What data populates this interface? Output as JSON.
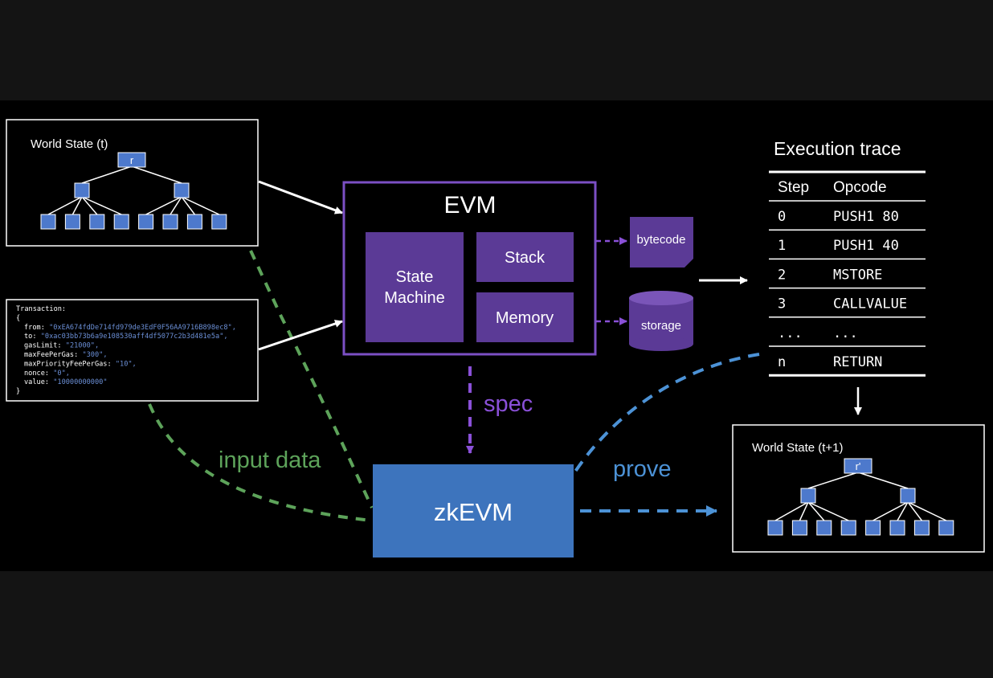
{
  "colors": {
    "background": "#000000",
    "evm_purple": "#5b3a96",
    "evm_border": "#7b4fc4",
    "zkevm_blue": "#3d74bd",
    "tree_node": "#4d79cc",
    "input_green": "#5da35a",
    "prove_blue": "#4c92d6",
    "spec_purple": "#8a50d8",
    "tx_value_blue": "#6b8fd6"
  },
  "world_state_t": {
    "title": "World State (t)",
    "root_label": "r"
  },
  "world_state_t1": {
    "title": "World State (t+1)",
    "root_label": "r'"
  },
  "transaction": {
    "header": "Transaction:",
    "open_brace": "{",
    "close_brace": "}",
    "fields": [
      {
        "key": "from",
        "value": "\"0xEA674fdDe714fd979de3EdF0F56AA9716B898ec8\","
      },
      {
        "key": "to",
        "value": "\"0xac03bb73b6a9e108530aff4df5077c2b3d481e5a\","
      },
      {
        "key": "gasLimit",
        "value": "\"21000\","
      },
      {
        "key": "maxFeePerGas",
        "value": "\"300\","
      },
      {
        "key": "maxPriorityFeePerGas",
        "value": "\"10\","
      },
      {
        "key": "nonce",
        "value": "\"0\","
      },
      {
        "key": "value",
        "value": "\"10000000000\""
      }
    ]
  },
  "evm": {
    "title": "EVM",
    "state_machine_line1": "State",
    "state_machine_line2": "Machine",
    "stack": "Stack",
    "memory": "Memory",
    "bytecode": "bytecode",
    "storage": "storage"
  },
  "execution_trace": {
    "title": "Execution trace",
    "headers": [
      "Step",
      "Opcode"
    ],
    "rows": [
      [
        "0",
        "PUSH1 80"
      ],
      [
        "1",
        "PUSH1 40"
      ],
      [
        "2",
        "MSTORE"
      ],
      [
        "3",
        "CALLVALUE"
      ],
      [
        "...",
        "..."
      ],
      [
        "n",
        "RETURN"
      ]
    ]
  },
  "zkevm": {
    "label": "zkEVM"
  },
  "labels": {
    "spec": "spec",
    "input_data": "input data",
    "prove": "prove"
  }
}
